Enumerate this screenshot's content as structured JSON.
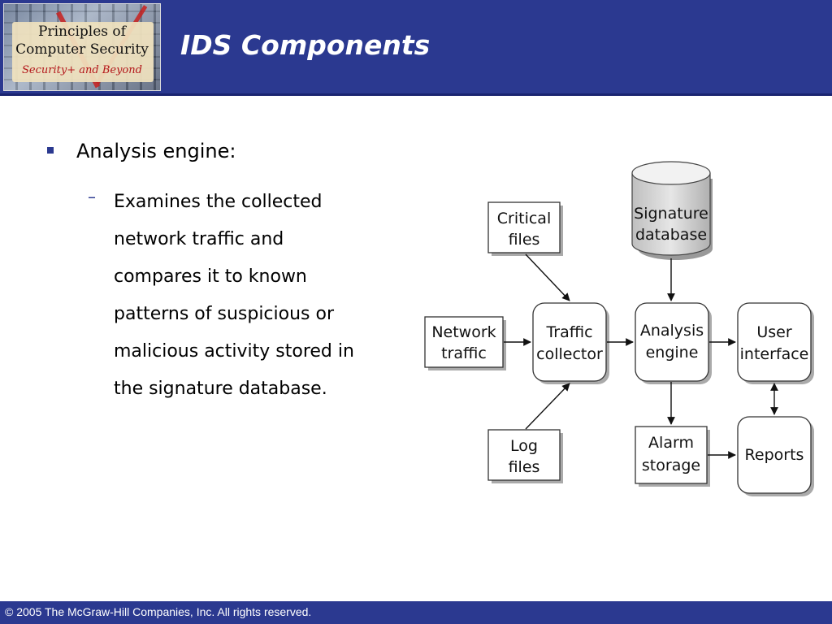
{
  "header": {
    "title": "IDS Components",
    "logo": {
      "line1": "Principles of",
      "line2": "Computer Security",
      "line3": "Security+ and Beyond"
    }
  },
  "content": {
    "bullet": "Analysis engine:",
    "sub_bullet_lines": [
      "Examines the collected",
      "network traffic and",
      "compares it to known",
      "patterns of suspicious or",
      "malicious activity stored in",
      "the signature database."
    ]
  },
  "diagram": {
    "signature_db": [
      "Signature",
      "database"
    ],
    "critical_files": [
      "Critical",
      "files"
    ],
    "network_traffic": [
      "Network",
      "traffic"
    ],
    "traffic_collector": [
      "Traffic",
      "collector"
    ],
    "analysis_engine": [
      "Analysis",
      "engine"
    ],
    "user_interface": [
      "User",
      "interface"
    ],
    "log_files": [
      "Log",
      "files"
    ],
    "alarm_storage": [
      "Alarm",
      "storage"
    ],
    "reports": [
      "Reports"
    ]
  },
  "footer": {
    "copyright": "© 2005 The McGraw-Hill Companies, Inc. All rights reserved."
  },
  "colors": {
    "header_bg": "#2b3990",
    "accent": "#2b3990"
  }
}
